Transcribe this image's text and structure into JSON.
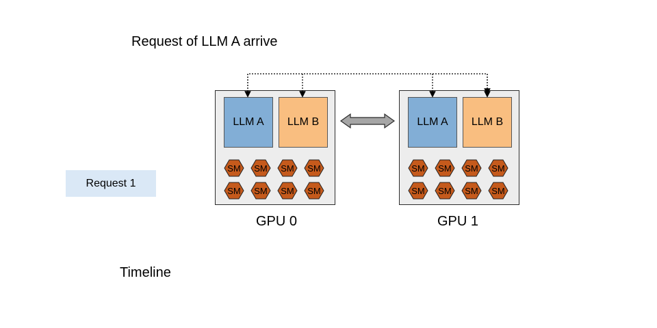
{
  "title": "Request of LLM A arrive",
  "request_label": "Request 1",
  "timeline_label": "Timeline",
  "gpus": [
    {
      "label": "GPU 0",
      "llm_a": "LLM A",
      "llm_b": "LLM B",
      "sm": "SM"
    },
    {
      "label": "GPU 1",
      "llm_a": "LLM A",
      "llm_b": "LLM B",
      "sm": "SM"
    }
  ],
  "colors": {
    "llm_a": "#82aed6",
    "llm_b": "#f9be80",
    "sm_fill": "#c55a1c",
    "gpu_bg": "#ededed",
    "request_bg": "#dae8f6",
    "link_arrow": "#a6a6a6"
  }
}
